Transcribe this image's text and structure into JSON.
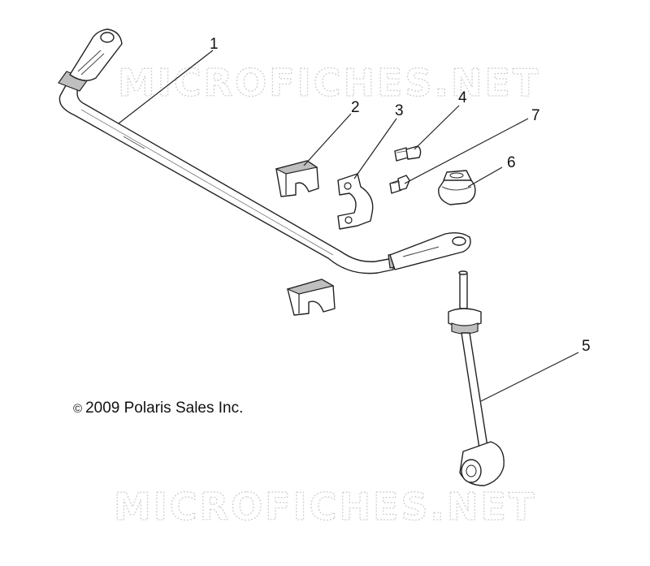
{
  "watermark": {
    "text": "MICROFICHES.NET"
  },
  "callouts": [
    {
      "id": "1",
      "label": "1"
    },
    {
      "id": "2",
      "label": "2"
    },
    {
      "id": "3",
      "label": "3"
    },
    {
      "id": "4",
      "label": "4"
    },
    {
      "id": "5",
      "label": "5"
    },
    {
      "id": "6",
      "label": "6"
    },
    {
      "id": "7",
      "label": "7"
    }
  ],
  "copyright": {
    "symbol": "©",
    "text": "2009 Polaris Sales Inc."
  }
}
